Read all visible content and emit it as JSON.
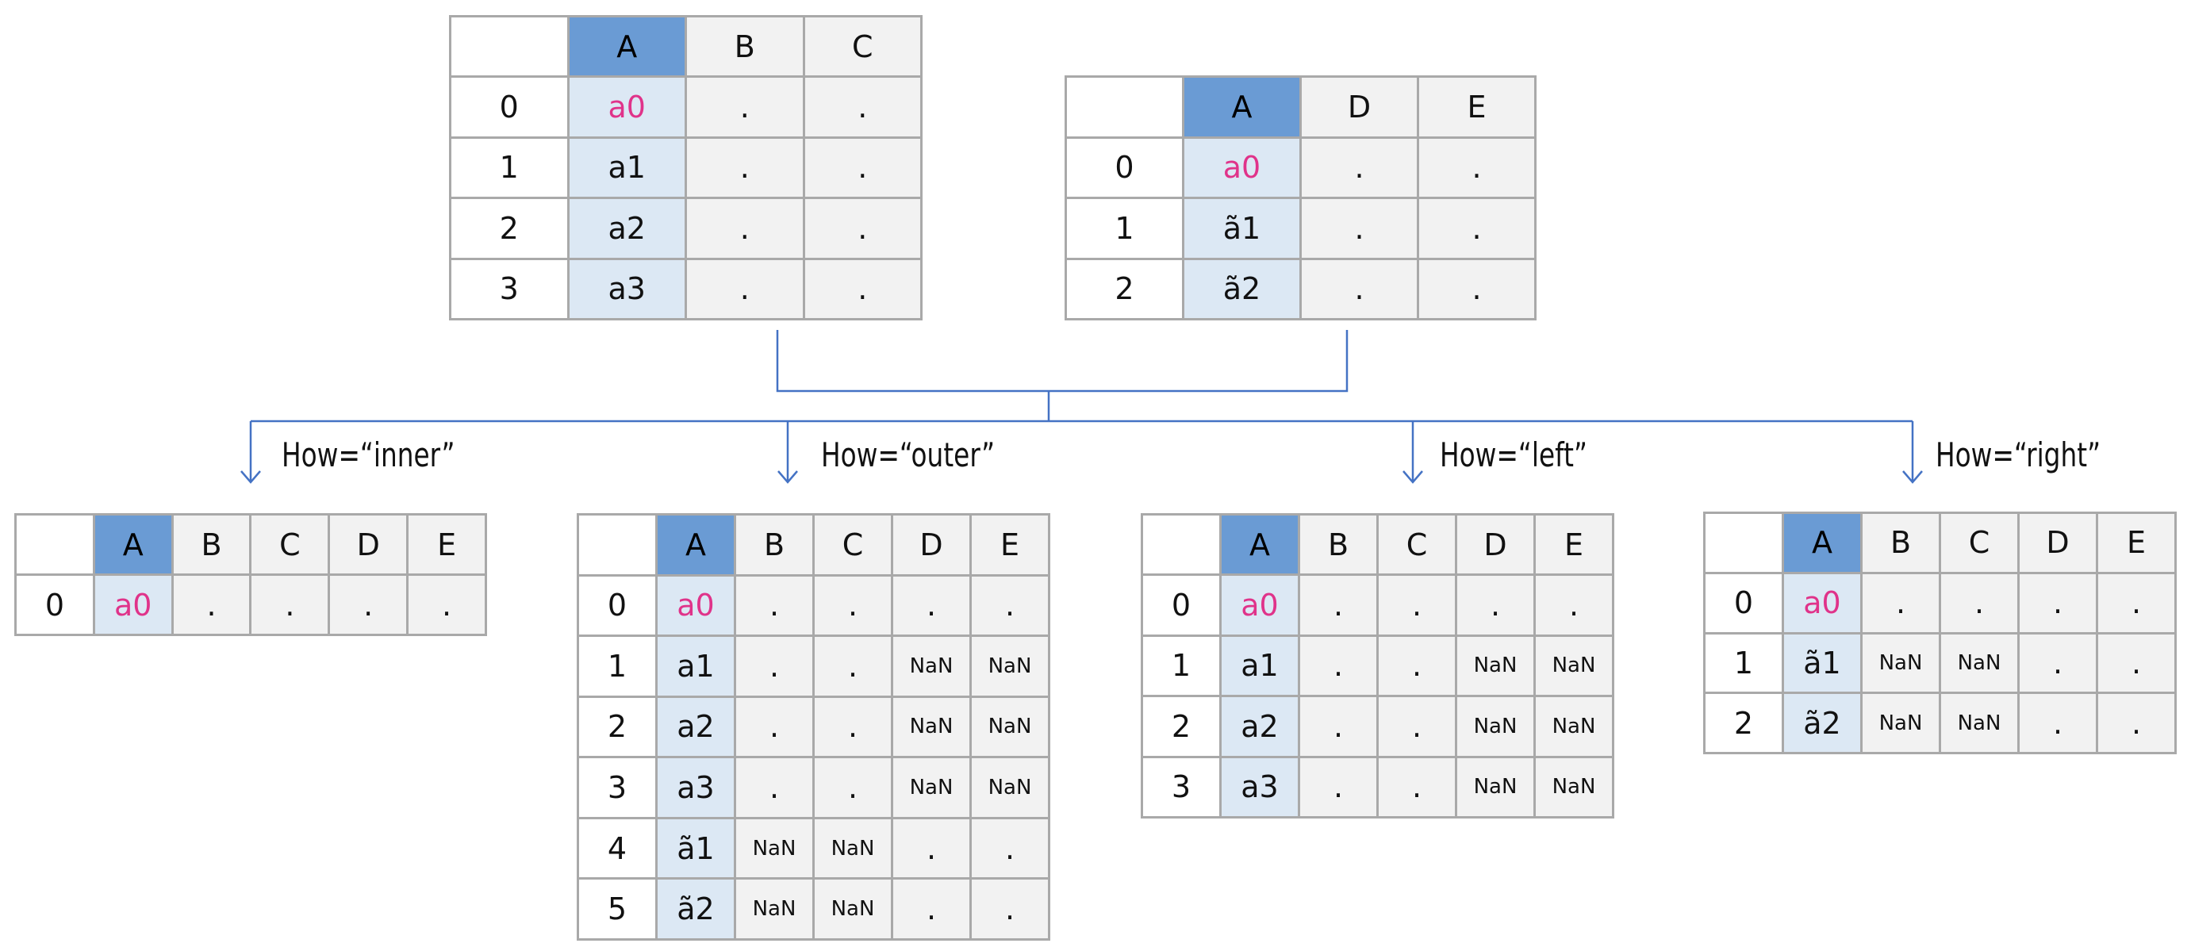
{
  "colors": {
    "key_header": "#6a9bd4",
    "key_cell": "#dce8f4",
    "cell": "#f2f2f2",
    "border": "#a9a9a9",
    "highlight_text": "#e0338a",
    "arrow": "#4472c4"
  },
  "tables": {
    "left_input": {
      "columns": [
        "A",
        "B",
        "C"
      ],
      "rows": [
        {
          "index": "0",
          "cells": [
            "a0",
            ".",
            "."
          ]
        },
        {
          "index": "1",
          "cells": [
            "a1",
            ".",
            "."
          ]
        },
        {
          "index": "2",
          "cells": [
            "a2",
            ".",
            "."
          ]
        },
        {
          "index": "3",
          "cells": [
            "a3",
            ".",
            "."
          ]
        }
      ]
    },
    "right_input": {
      "columns": [
        "A",
        "D",
        "E"
      ],
      "rows": [
        {
          "index": "0",
          "cells": [
            "a0",
            ".",
            "."
          ]
        },
        {
          "index": "1",
          "cells": [
            "ã1",
            ".",
            "."
          ]
        },
        {
          "index": "2",
          "cells": [
            "ã2",
            ".",
            "."
          ]
        }
      ]
    },
    "inner": {
      "label": "How=“inner”",
      "columns": [
        "A",
        "B",
        "C",
        "D",
        "E"
      ],
      "rows": [
        {
          "index": "0",
          "cells": [
            "a0",
            ".",
            ".",
            ".",
            "."
          ]
        }
      ]
    },
    "outer": {
      "label": "How=“outer”",
      "columns": [
        "A",
        "B",
        "C",
        "D",
        "E"
      ],
      "rows": [
        {
          "index": "0",
          "cells": [
            "a0",
            ".",
            ".",
            ".",
            "."
          ]
        },
        {
          "index": "1",
          "cells": [
            "a1",
            ".",
            ".",
            "NaN",
            "NaN"
          ]
        },
        {
          "index": "2",
          "cells": [
            "a2",
            ".",
            ".",
            "NaN",
            "NaN"
          ]
        },
        {
          "index": "3",
          "cells": [
            "a3",
            ".",
            ".",
            "NaN",
            "NaN"
          ]
        },
        {
          "index": "4",
          "cells": [
            "ã1",
            "NaN",
            "NaN",
            ".",
            "."
          ]
        },
        {
          "index": "5",
          "cells": [
            "ã2",
            "NaN",
            "NaN",
            ".",
            "."
          ]
        }
      ]
    },
    "left": {
      "label": "How=“left”",
      "columns": [
        "A",
        "B",
        "C",
        "D",
        "E"
      ],
      "rows": [
        {
          "index": "0",
          "cells": [
            "a0",
            ".",
            ".",
            ".",
            "."
          ]
        },
        {
          "index": "1",
          "cells": [
            "a1",
            ".",
            ".",
            "NaN",
            "NaN"
          ]
        },
        {
          "index": "2",
          "cells": [
            "a2",
            ".",
            ".",
            "NaN",
            "NaN"
          ]
        },
        {
          "index": "3",
          "cells": [
            "a3",
            ".",
            ".",
            "NaN",
            "NaN"
          ]
        }
      ]
    },
    "right": {
      "label": "How=“right”",
      "columns": [
        "A",
        "B",
        "C",
        "D",
        "E"
      ],
      "rows": [
        {
          "index": "0",
          "cells": [
            "a0",
            ".",
            ".",
            ".",
            "."
          ]
        },
        {
          "index": "1",
          "cells": [
            "ã1",
            "NaN",
            "NaN",
            ".",
            "."
          ]
        },
        {
          "index": "2",
          "cells": [
            "ã2",
            "NaN",
            "NaN",
            ".",
            "."
          ]
        }
      ]
    }
  }
}
